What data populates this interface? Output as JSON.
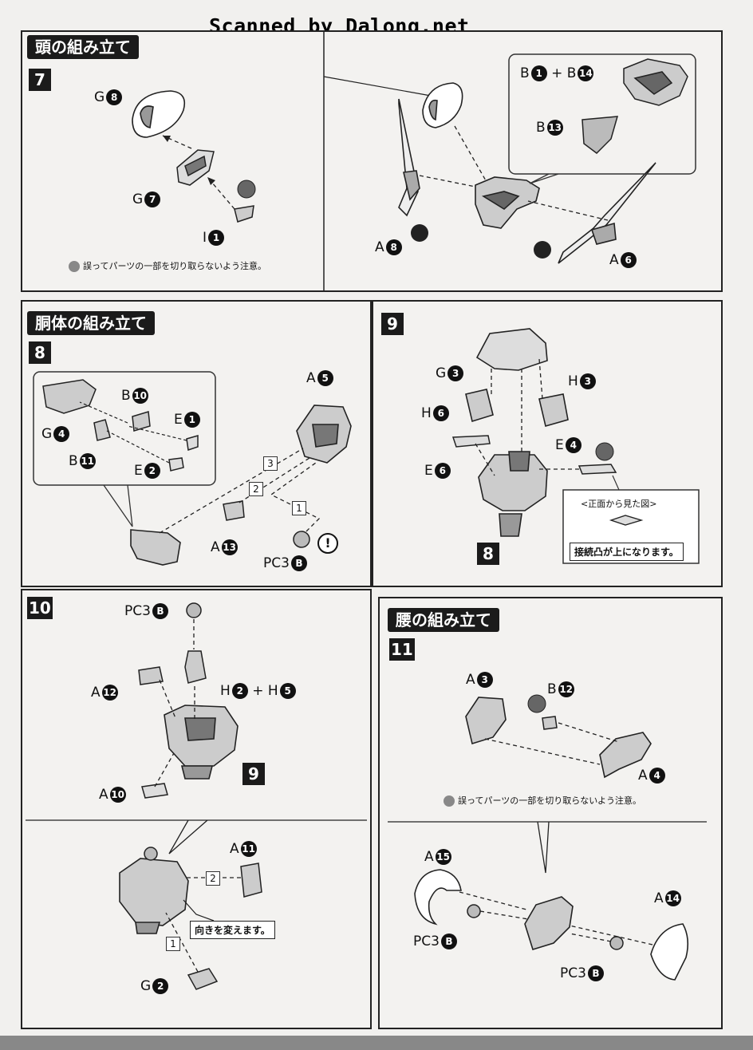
{
  "header": {
    "watermark": "Scanned by Dalong.net"
  },
  "sections": {
    "head": "頭の組み立て",
    "torso": "胴体の組み立て",
    "waist": "腰の組み立て"
  },
  "steps": {
    "s7": {
      "num": "7",
      "labels": {
        "g8": "G",
        "g8n": "8",
        "g7": "G",
        "g7n": "7",
        "i1": "I",
        "i1n": "1",
        "a8": "A",
        "a8n": "8",
        "a6": "A",
        "a6n": "6",
        "inset_b1": "B",
        "inset_b1n": "1",
        "plus": "+",
        "inset_b14": "B",
        "inset_b14n": "14",
        "inset_b13": "B",
        "inset_b13n": "13"
      },
      "note": "誤ってパーツの一部を切り取らないよう注意。"
    },
    "s8": {
      "num": "8",
      "labels": {
        "b10": "B",
        "b10n": "10",
        "g4": "G",
        "g4n": "4",
        "e1": "E",
        "e1n": "1",
        "b11": "B",
        "b11n": "11",
        "e2": "E",
        "e2n": "2",
        "a5": "A",
        "a5n": "5",
        "a13": "A",
        "a13n": "13",
        "pc3": "PC3",
        "pc3n": "B"
      },
      "seq": [
        "3",
        "2",
        "1"
      ],
      "caution": "!"
    },
    "s9": {
      "num": "9",
      "labels": {
        "g3": "G",
        "g3n": "3",
        "h3": "H",
        "h3n": "3",
        "h6": "H",
        "h6n": "6",
        "e4": "E",
        "e4n": "4",
        "e6": "E",
        "e6n": "6"
      },
      "ref": "8",
      "front_view": "<正面から見た図>",
      "front_note": "接続凸が上になります。"
    },
    "s10": {
      "num": "10",
      "labels": {
        "pc3": "PC3",
        "pc3n": "B",
        "a12": "A",
        "a12n": "12",
        "h2": "H",
        "h2n": "2",
        "plus": "+",
        "h5": "H",
        "h5n": "5",
        "a10": "A",
        "a10n": "10",
        "a11": "A",
        "a11n": "11",
        "g2": "G",
        "g2n": "2"
      },
      "ref": "9",
      "seq": [
        "2",
        "1"
      ],
      "turn_note": "向きを変えます。"
    },
    "s11": {
      "num": "11",
      "labels": {
        "a3": "A",
        "a3n": "3",
        "b12": "B",
        "b12n": "12",
        "a4": "A",
        "a4n": "4",
        "a15": "A",
        "a15n": "15",
        "a14": "A",
        "a14n": "14",
        "pc3a": "PC3",
        "pc3an": "B",
        "pc3b": "PC3",
        "pc3bn": "B"
      },
      "note": "誤ってパーツの一部を切り取らないよう注意。"
    }
  }
}
